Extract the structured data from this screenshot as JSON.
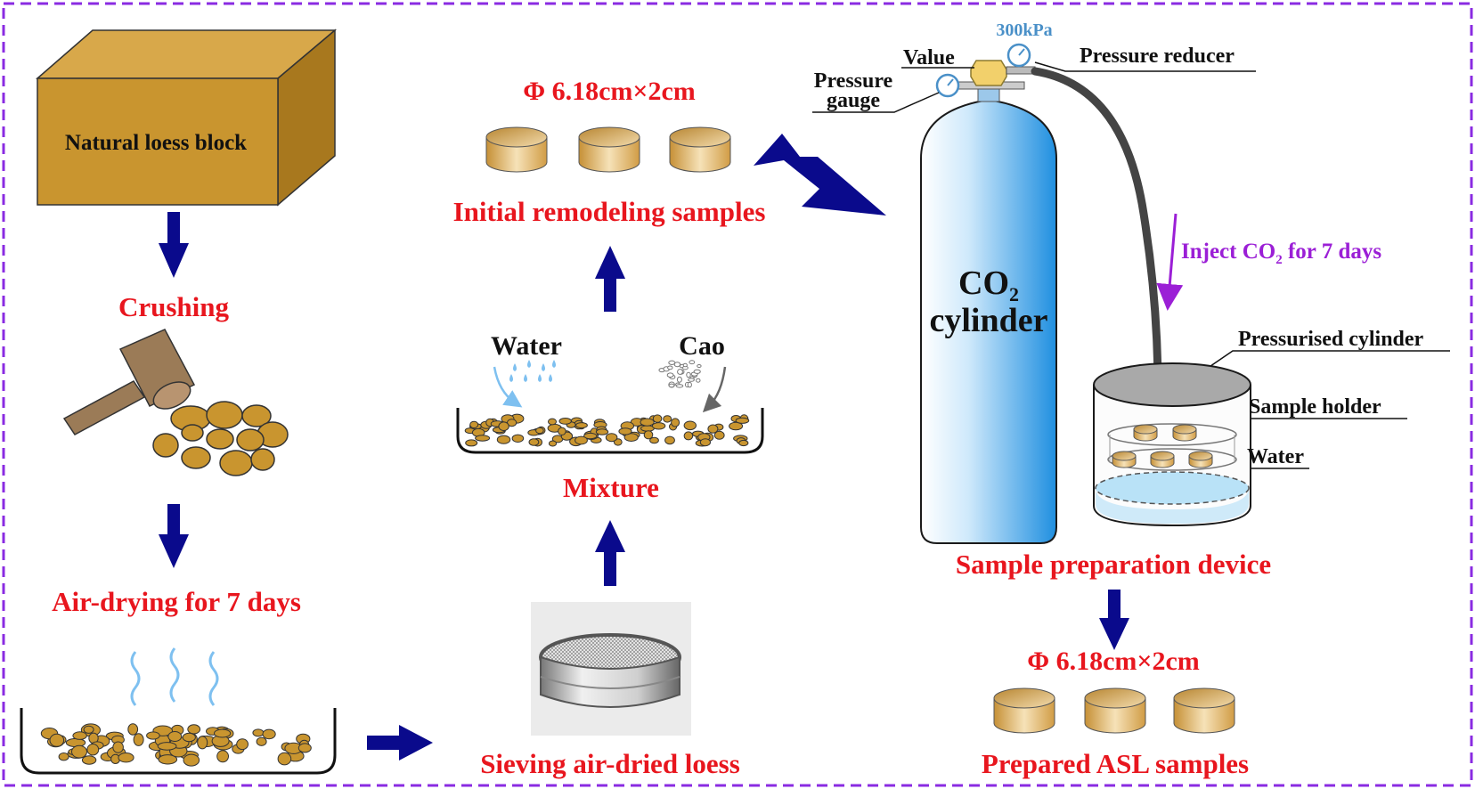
{
  "colors": {
    "frame_border": "#8a2be2",
    "step_text": "#e8161e",
    "arrow": "#0a0a8c",
    "loess": "#c9952f",
    "inject_arrow": "#9b1fd6",
    "gauge_label": "#4a90c8",
    "cylinder_gradient": [
      "#ffffff",
      "#1f8fe0"
    ]
  },
  "block": {
    "label": "Natural loess block"
  },
  "steps": {
    "crushing": "Crushing",
    "air_drying": "Air-drying for 7 days",
    "sieving": "Sieving air-dried loess",
    "mixture": "Mixture",
    "initial": "Initial remodeling samples",
    "device": "Sample preparation device",
    "prepared": "Prepared ASL samples"
  },
  "mixture": {
    "water": "Water",
    "cao": "Cao"
  },
  "sample_size": "Φ 6.18cm×2cm",
  "cylinder": {
    "formula_main": "CO",
    "formula_sub": "2",
    "word": "cylinder"
  },
  "device_labels": {
    "gauge_reading": "300kPa",
    "value": "Value",
    "pressure_reducer": "Pressure reducer",
    "pressure_gauge_1": "Pressure",
    "pressure_gauge_2": "gauge",
    "pressurised_cylinder": "Pressurised cylinder",
    "sample_holder": "Sample holder",
    "water": "Water"
  },
  "inject": {
    "prefix": "Inject CO",
    "sub": "2",
    "suffix": " for 7 days"
  },
  "icons": [
    "hammer-icon",
    "heat-wave-icon",
    "water-drops-icon",
    "sieve-icon",
    "gauge-icon",
    "valve-icon"
  ]
}
